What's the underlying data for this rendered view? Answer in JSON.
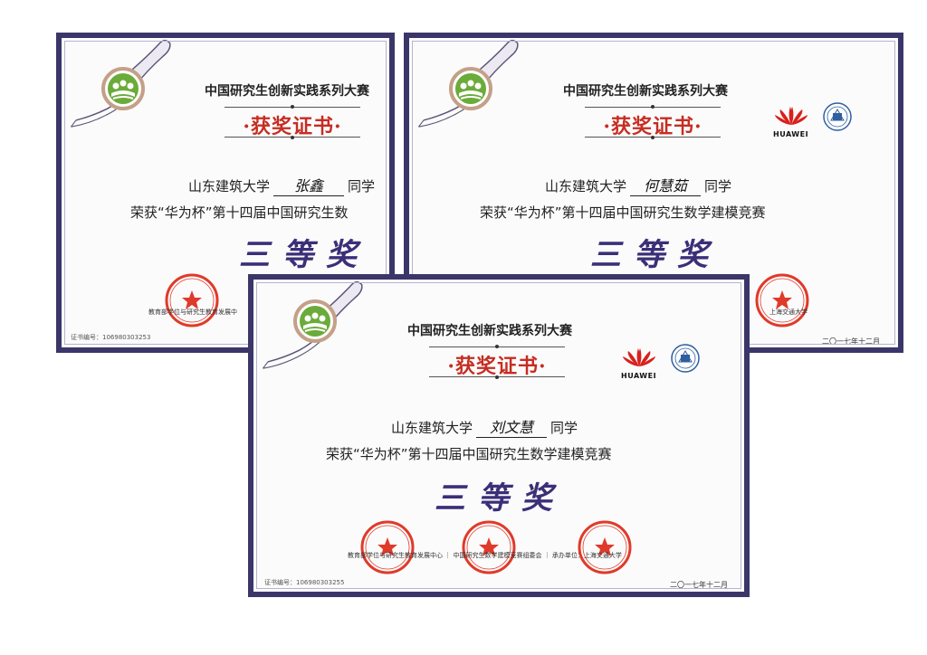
{
  "certificates": [
    {
      "series_title": "中国研究生创新实践系列大赛",
      "certificate_title": "·获奖证书·",
      "university": "山东建筑大学",
      "student_name": "张鑫",
      "suffix": "同学",
      "award_line": "荣获“华为杯”第十四届中国研究生数",
      "award_level": "三等奖",
      "org_text": "教育部学位与研究生教育发展中",
      "certificate_number": "证书编号：106980303253"
    },
    {
      "series_title": "中国研究生创新实践系列大赛",
      "certificate_title": "·获奖证书·",
      "university": "山东建筑大学",
      "student_name": "何慧茹",
      "suffix": "同学",
      "award_line": "荣获“华为杯”第十四届中国研究生数学建模竞赛",
      "award_level": "三等奖",
      "sponsor_brand": "HUAWEI",
      "org_text": "上海交通大学",
      "date": "二〇一七年十二月"
    },
    {
      "series_title": "中国研究生创新实践系列大赛",
      "certificate_title": "·获奖证书·",
      "university": "山东建筑大学",
      "student_name": "刘文慧",
      "suffix": "同学",
      "award_line": "荣获“华为杯”第十四届中国研究生数学建模竞赛",
      "award_level": "三等奖",
      "sponsor_brand": "HUAWEI",
      "org_text": "教育部学位与研究生教育发展中心 ｜ 中国研究生数学建模竞赛组委会 ｜ 承办单位：上海交通大学",
      "certificate_number": "证书编号：106980303255",
      "date": "二〇一七年十二月"
    }
  ],
  "colors": {
    "border": "#3b3669",
    "title_red": "#c62d22",
    "award_purple": "#3a2f78",
    "seal_red": "#e03a2a",
    "logo_green": "#6bab3a"
  },
  "icons": [
    "competition-logo-icon",
    "ribbon-icon",
    "huawei-logo-icon",
    "university-emblem-icon",
    "seal-stamp-icon"
  ]
}
